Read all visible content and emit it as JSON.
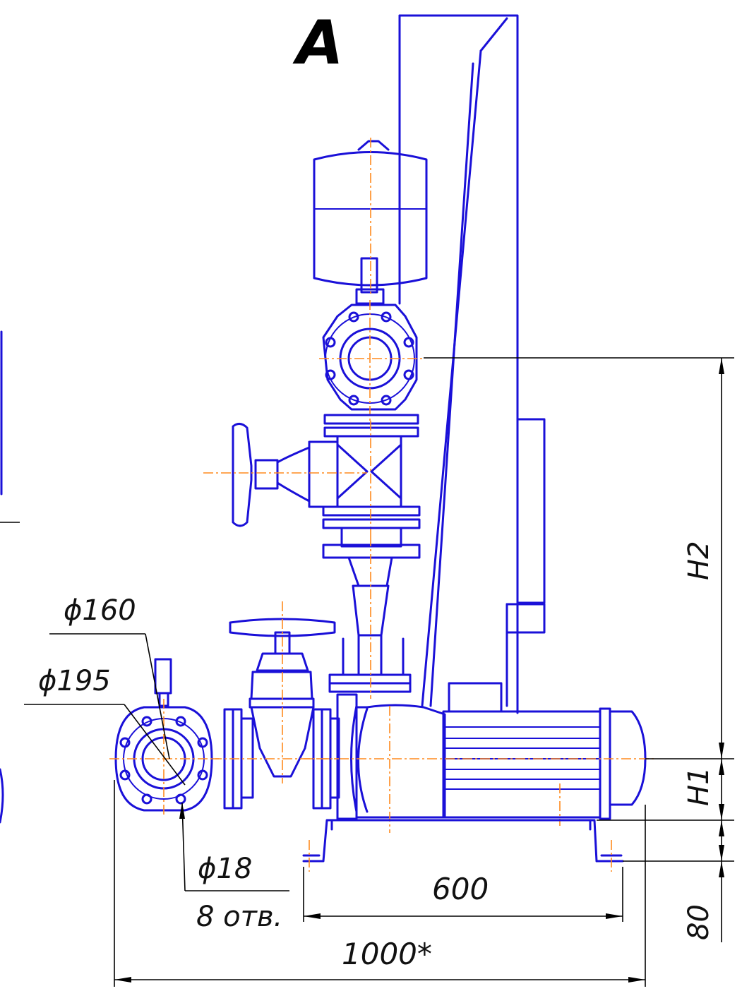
{
  "view_label": "A",
  "colors": {
    "outline": "#1a10d8",
    "centerline": "#ff8a1e",
    "dimension": "#000000"
  },
  "dimensions": {
    "outlet_flange_diameter": "ϕ160",
    "bolt_circle_diameter": "ϕ195",
    "hole_diameter": "ϕ18",
    "hole_count": "8 отв.",
    "frame_width": "600",
    "overall_width": "1000*",
    "height_h2": "H2",
    "height_h1": "H1",
    "frame_height": "80"
  }
}
